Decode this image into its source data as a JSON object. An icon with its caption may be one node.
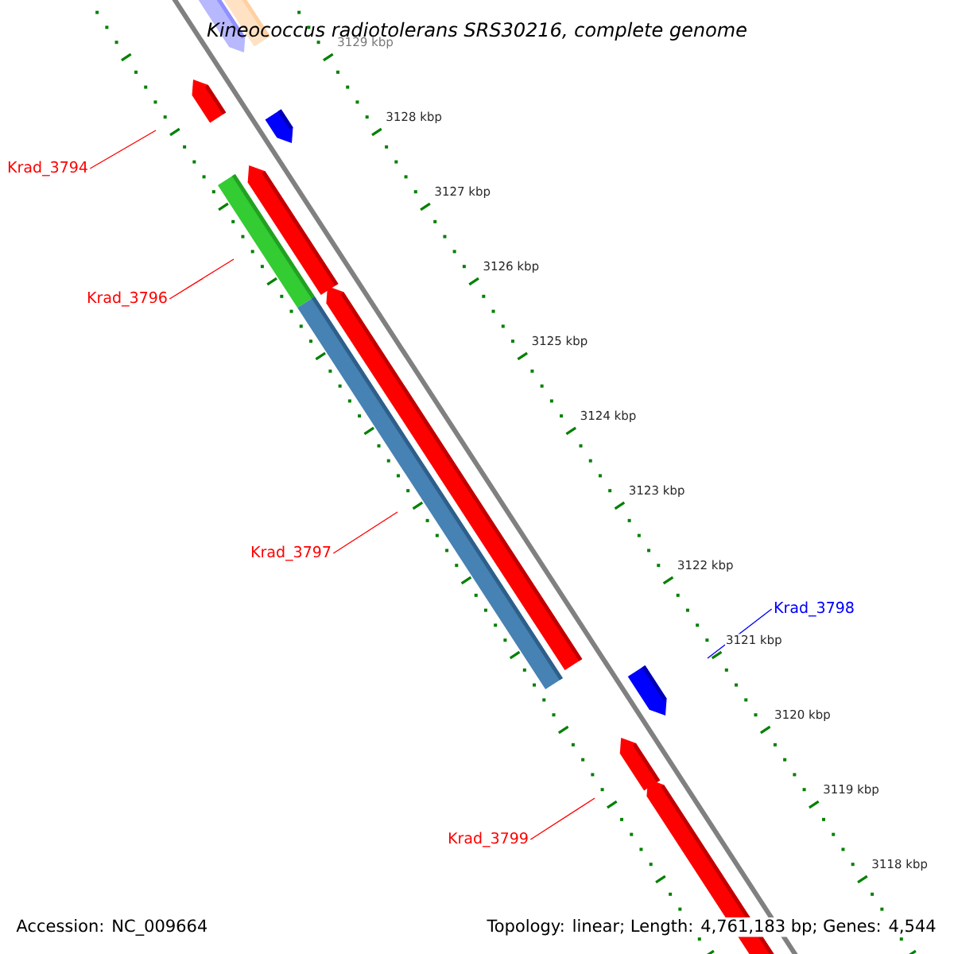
{
  "diagram": {
    "title": "Kineococcus radiotolerans SRS30216, complete genome",
    "nodes": [
      {
        "text": [
          "Krad_3794"
        ]
      },
      {
        "text": [
          "Krad_3796"
        ]
      },
      {
        "text": [
          "Krad_3797"
        ]
      },
      {
        "text": [
          "Krad_3798"
        ]
      },
      {
        "text": [
          "Krad_3799"
        ]
      }
    ],
    "edges": [
      {
        "from": 0,
        "to": null,
        "arrow": "none"
      },
      {
        "from": 1,
        "to": null,
        "arrow": "none"
      },
      {
        "from": 2,
        "to": null,
        "arrow": "none"
      },
      {
        "from": 3,
        "to": null,
        "arrow": "none",
        "color": "#0000ff"
      },
      {
        "from": 4,
        "to": null,
        "arrow": "none"
      }
    ],
    "labels": [
      "3129 kbp",
      "3128 kbp",
      "3127 kbp",
      "3126 kbp",
      "3125 kbp",
      "3124 kbp",
      "3123 kbp",
      "3122 kbp",
      "3121 kbp",
      "3120 kbp",
      "3119 kbp",
      "3118 kbp",
      "Accession: NC_009664",
      "Topology: linear; Length: 4,761,183 bp; Genes: 4,544"
    ]
  }
}
